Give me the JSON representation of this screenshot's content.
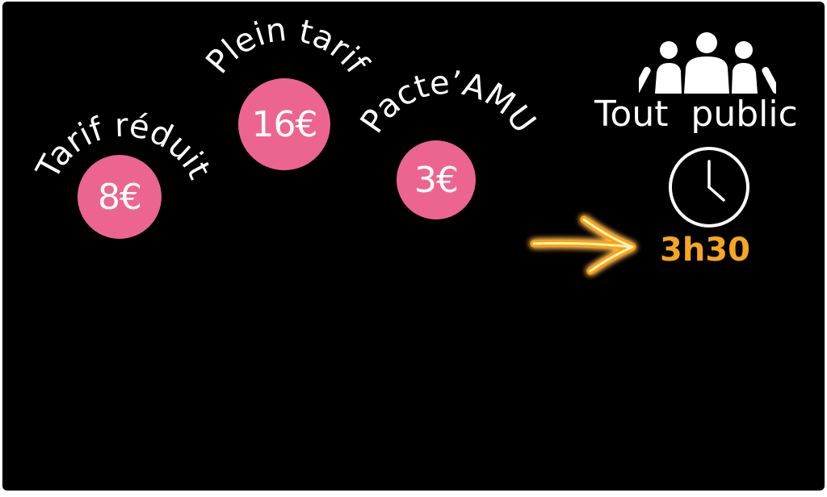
{
  "colors": {
    "background": "#000000",
    "pink": "#ec6591",
    "orange": "#f5a623",
    "glow": "#ffb300",
    "text": "#ffffff"
  },
  "prices": [
    {
      "label": "Tarif réduit",
      "price": "8€"
    },
    {
      "label": "Plein tarif",
      "price": "16€"
    },
    {
      "label": "Pacte’AMU",
      "price": "3€"
    }
  ],
  "audience": {
    "icon": "group-people-icon",
    "label": "Tout  public"
  },
  "duration": {
    "icon": "clock-icon",
    "arrow_icon": "neon-arrow-icon",
    "value": "3h30"
  }
}
